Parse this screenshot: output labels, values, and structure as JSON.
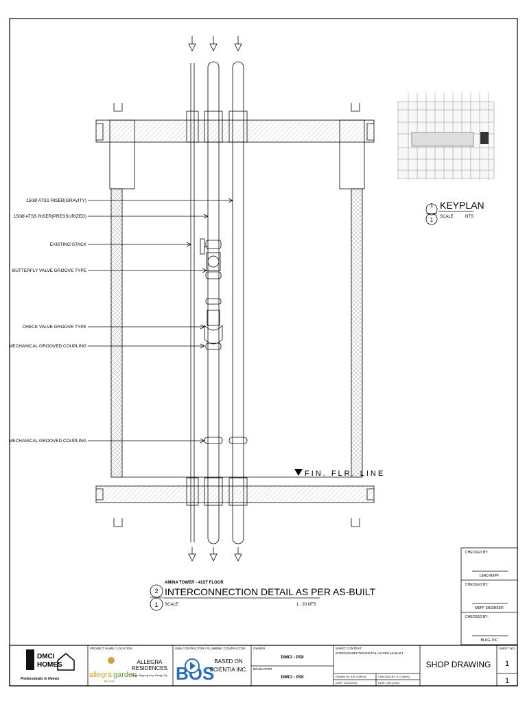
{
  "pipe_labels": [
    "150Ø ATSS RISER(GRAVITY)",
    "150Ø ATSS RISER(PRESSURIZED)",
    "EXISTING STACK",
    "BUTTERFLY VALVE GROOVE TYPE",
    "CHECK VALVE GROOVE TYPE",
    "MECHANICAL GROOVED COUPLING",
    "MECHANICAL GROOVED COUPLING"
  ],
  "finish_floor_line": "FIN. FLR. LINE",
  "keyplan": {
    "number": "1",
    "sheet": "1",
    "title": "KEYPLAN",
    "scale_label": "SCALE",
    "scale_value": "NTS"
  },
  "detail": {
    "subtitle": "AMINA TOWER - 41ST FLOOR",
    "number": "2",
    "sheet": "1",
    "title": "INTERCONNECTION DETAIL AS PER AS-BUILT",
    "scale_label": "SCALE",
    "scale_value": "1 : 20 NTS"
  },
  "checks": [
    {
      "label": "CHECKED BY:",
      "role": "LEAD MEPF"
    },
    {
      "label": "CHECKED BY:",
      "role": "MEPF ENGINEER"
    },
    {
      "label": "CHECKED BY:",
      "role": "BLDG. PIC"
    }
  ],
  "title_block": {
    "owner_logo_line1": "DMCI",
    "owner_logo_line2": "HOMES",
    "owner_tagline": "Professionals in Homes",
    "project_header": "PROJECT NAME / LOCATION",
    "project_logo_word1": "allegra",
    "project_logo_word2": "garden",
    "project_logo_sub": "PLACE",
    "project_name_line1": "ALLEGRA",
    "project_name_line2": "RESIDENCES",
    "project_location": "Brgy. Bagong Ilog, Pasig City",
    "contractor_header": "SUB-CONTRACTOR / PLUMBING CONTRACTOR",
    "contractor_logo": "BOS",
    "contractor_name_line1": "BASED ON",
    "contractor_name_line2": "SCIENTIA INC.",
    "owner_header": "OWNER",
    "owner_value": "DMCI - PDI",
    "developer_header": "DEVELOPER",
    "developer_value": "DMCI - PDI",
    "sheet_content_header": "SHEET CONTENT",
    "sheet_content_value": "INTERCONNECTION DETAIL AS PER AS-BUILT",
    "drawn_by": "DRAWN BY: A.B. GARCIA",
    "checked_by": "CHECKED BY: E. CHAVEZ",
    "date_drawn": "DATE: 10/21/2024",
    "date_checked": "DATE: 10/21/2024",
    "drawing_type": "SHOP DRAWING",
    "sheet_no_header": "SHEET NO.",
    "sheet_no": "1",
    "total_sheets": "1"
  }
}
